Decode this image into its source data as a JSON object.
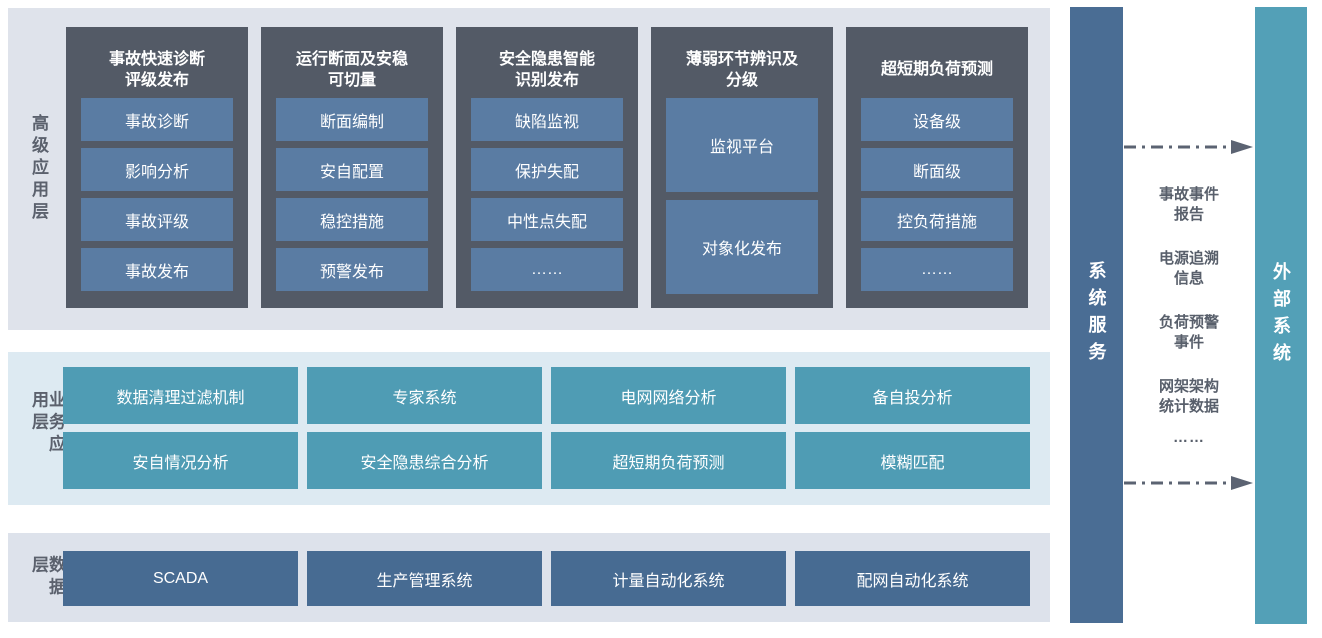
{
  "colors": {
    "layer1_bg": "#dfe3eb",
    "layer2_bg": "#ddeaf2",
    "layer3_bg": "#dde2eb",
    "group_bg": "#535a66",
    "app_item_bg": "#5a7ca3",
    "business_box_bg": "#4f9cb4",
    "data_box_bg": "#476b92",
    "system_bar_bg": "#4a6d94",
    "external_bar_bg": "#53a0b7",
    "arrow": "#5b6372",
    "layer_label_text": "#5b616d",
    "exchange_text": "#585f6b",
    "box_text": "#ffffff"
  },
  "advanced_layer": {
    "label": "高级应用层",
    "groups": [
      {
        "title": "事故快速诊断\n评级发布",
        "items": [
          "事故诊断",
          "影响分析",
          "事故评级",
          "事故发布"
        ]
      },
      {
        "title": "运行断面及安稳\n可切量",
        "items": [
          "断面编制",
          "安自配置",
          "稳控措施",
          "预警发布"
        ]
      },
      {
        "title": "安全隐患智能\n识别发布",
        "items": [
          "缺陷监视",
          "保护失配",
          "中性点失配",
          "……"
        ]
      },
      {
        "title": "薄弱环节辨识及\n分级",
        "items": [
          "监视平台",
          "对象化发布"
        ]
      },
      {
        "title": "超短期负荷预测",
        "items": [
          "设备级",
          "断面级",
          "控负荷措施",
          "……"
        ]
      }
    ]
  },
  "business_layer": {
    "label": "业务应用层",
    "rows": [
      [
        "数据清理过滤机制",
        "专家系统",
        "电网网络分析",
        "备自投分析"
      ],
      [
        "安自情况分析",
        "安全隐患综合分析",
        "超短期负荷预测",
        "模糊匹配"
      ]
    ]
  },
  "data_layer": {
    "label": "数据层",
    "items": [
      "SCADA",
      "生产管理系统",
      "计量自动化系统",
      "配网自动化系统"
    ]
  },
  "system_services_bar": {
    "label": "系统服务"
  },
  "external_systems_bar": {
    "label": "外部系统"
  },
  "exchange": {
    "items": [
      "事故事件\n报告",
      "电源追溯\n信息",
      "负荷预警\n事件",
      "网架架构\n统计数据"
    ],
    "ellipsis": "……"
  }
}
